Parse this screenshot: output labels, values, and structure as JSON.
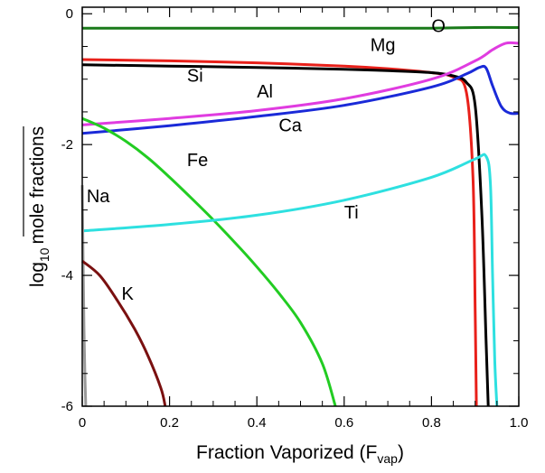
{
  "chart_data": {
    "type": "line",
    "xlabel": "Fraction Vaporized (F",
    "xlabel_sub": "vap",
    "xlabel_close": ")",
    "ylabel_prefix": "log",
    "ylabel_sub": "10",
    "ylabel_main": "mole fractions",
    "xlim": [
      0,
      1
    ],
    "ylim": [
      -6,
      0.1
    ],
    "x_ticks": [
      0,
      0.2,
      0.4,
      0.6,
      0.8,
      1.0
    ],
    "x_tick_labels": [
      "0",
      "0.2",
      "0.4",
      "0.6",
      "0.8",
      "1.0"
    ],
    "y_ticks": [
      0,
      -2,
      -4,
      -6
    ],
    "y_tick_labels": [
      "0",
      "-2",
      "-4",
      "-6"
    ],
    "grid": false,
    "legend": "none",
    "series": [
      {
        "name": "O",
        "color": "#1a7a1a",
        "label_at": [
          0.8,
          -0.28
        ],
        "x": [
          0,
          0.2,
          0.4,
          0.6,
          0.8,
          0.9,
          1.0
        ],
        "y": [
          -0.22,
          -0.22,
          -0.22,
          -0.22,
          -0.22,
          -0.21,
          -0.21
        ]
      },
      {
        "name": "Mg",
        "color": "#e8201a",
        "label_at": [
          0.66,
          -0.57
        ],
        "x": [
          0,
          0.2,
          0.4,
          0.6,
          0.7,
          0.8,
          0.85,
          0.88,
          0.895,
          0.9,
          0.903
        ],
        "y": [
          -0.7,
          -0.72,
          -0.75,
          -0.8,
          -0.84,
          -0.9,
          -0.97,
          -1.2,
          -2.5,
          -4.5,
          -6.0
        ]
      },
      {
        "name": "Si",
        "color": "#000000",
        "label_at": [
          0.24,
          -1.04
        ],
        "x": [
          0,
          0.2,
          0.4,
          0.6,
          0.7,
          0.8,
          0.85,
          0.88,
          0.9,
          0.915,
          0.925,
          0.93
        ],
        "y": [
          -0.78,
          -0.8,
          -0.82,
          -0.85,
          -0.87,
          -0.9,
          -0.95,
          -1.05,
          -1.4,
          -3.0,
          -5.0,
          -6.0
        ]
      },
      {
        "name": "Al",
        "color": "#e03ce0",
        "label_at": [
          0.4,
          -1.28
        ],
        "x": [
          0,
          0.2,
          0.4,
          0.6,
          0.8,
          0.9,
          0.94,
          0.97,
          1.0
        ],
        "y": [
          -1.7,
          -1.6,
          -1.48,
          -1.3,
          -1.0,
          -0.72,
          -0.55,
          -0.45,
          -0.45
        ]
      },
      {
        "name": "Ca",
        "color": "#1a2ad8",
        "label_at": [
          0.45,
          -1.8
        ],
        "x": [
          0,
          0.2,
          0.4,
          0.6,
          0.8,
          0.88,
          0.91,
          0.925,
          0.94,
          0.96,
          0.98,
          1.0
        ],
        "y": [
          -1.83,
          -1.71,
          -1.57,
          -1.4,
          -1.12,
          -0.92,
          -0.82,
          -0.83,
          -1.1,
          -1.42,
          -1.52,
          -1.52
        ]
      },
      {
        "name": "Fe",
        "color": "#22cc22",
        "label_at": [
          0.24,
          -2.33
        ],
        "x": [
          0,
          0.05,
          0.1,
          0.15,
          0.2,
          0.25,
          0.3,
          0.35,
          0.4,
          0.45,
          0.5,
          0.55,
          0.58
        ],
        "y": [
          -1.6,
          -1.75,
          -1.95,
          -2.2,
          -2.5,
          -2.82,
          -3.15,
          -3.5,
          -3.87,
          -4.27,
          -4.72,
          -5.35,
          -6.0
        ]
      },
      {
        "name": "Ti",
        "color": "#2ee0e0",
        "label_at": [
          0.6,
          -3.13
        ],
        "x": [
          0,
          0.2,
          0.4,
          0.6,
          0.8,
          0.9,
          0.925,
          0.935,
          0.94,
          0.945,
          0.95
        ],
        "y": [
          -3.32,
          -3.22,
          -3.08,
          -2.85,
          -2.5,
          -2.22,
          -2.18,
          -2.6,
          -4.0,
          -5.3,
          -6.0
        ]
      },
      {
        "name": "Na",
        "color": "#999999",
        "label_at": [
          0.01,
          -2.88
        ],
        "x": [
          0,
          0.002,
          0.004,
          0.006,
          0.008
        ],
        "y": [
          -2.62,
          -3.8,
          -4.8,
          -5.5,
          -6.0
        ]
      },
      {
        "name": "K",
        "color": "#7a1010",
        "label_at": [
          0.09,
          -4.37
        ],
        "x": [
          0,
          0.04,
          0.08,
          0.12,
          0.15,
          0.18,
          0.19
        ],
        "y": [
          -3.78,
          -4.0,
          -4.38,
          -4.82,
          -5.22,
          -5.72,
          -6.0
        ]
      }
    ]
  }
}
